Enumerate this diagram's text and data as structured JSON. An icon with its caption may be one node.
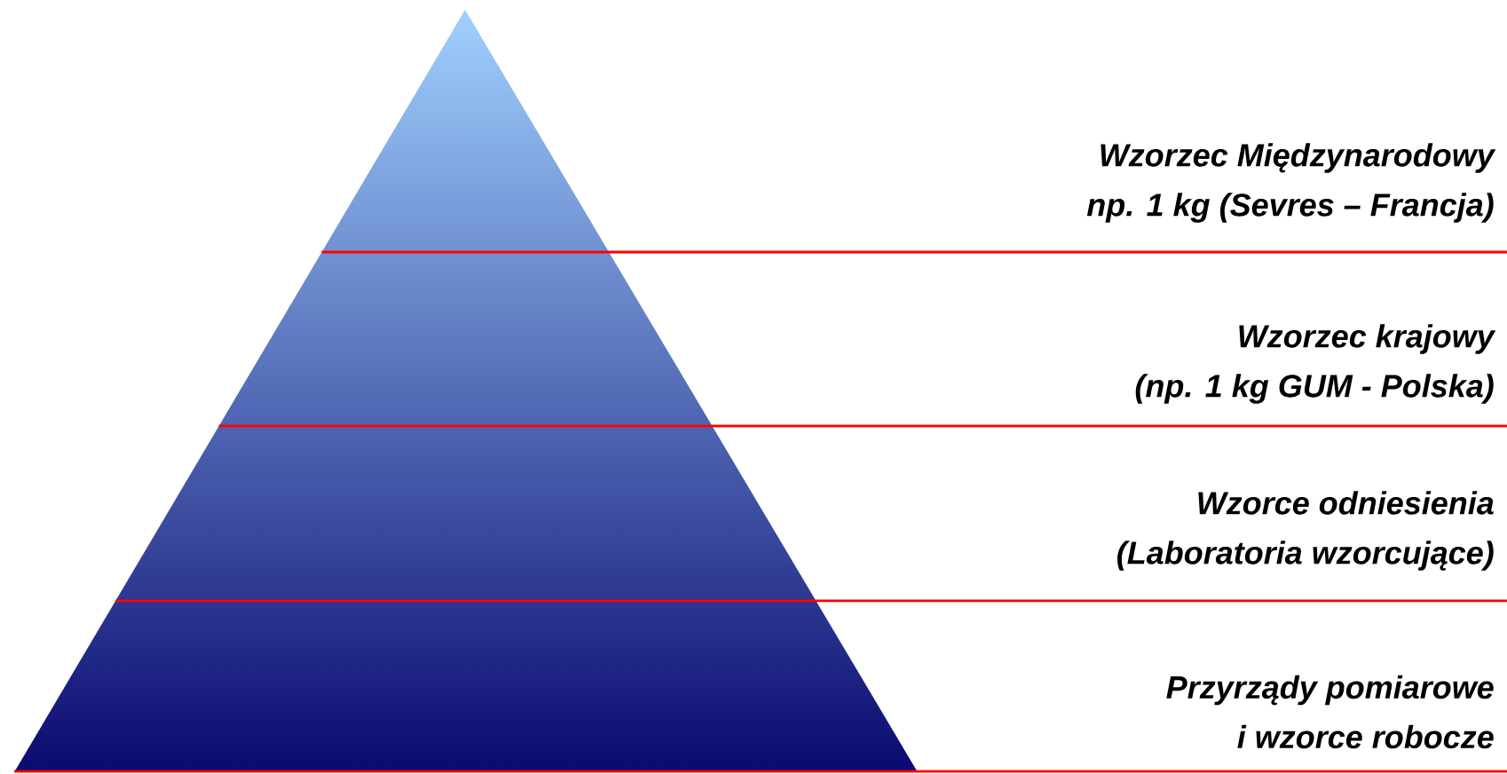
{
  "diagram": {
    "nodes": [
      {
        "text": [
          "Wzorzec Międzynarodowy",
          "np. 1 kg (Sevres – Francja)"
        ]
      },
      {
        "text": [
          "Wzorzec krajowy",
          "(np. 1 kg GUM - Polska)"
        ]
      },
      {
        "text": [
          "Wzorce odniesienia",
          "(Laboratoria wzorcujące)"
        ]
      },
      {
        "text": [
          "Przyrządy pomiarowe",
          "i wzorce robocze"
        ]
      }
    ]
  }
}
